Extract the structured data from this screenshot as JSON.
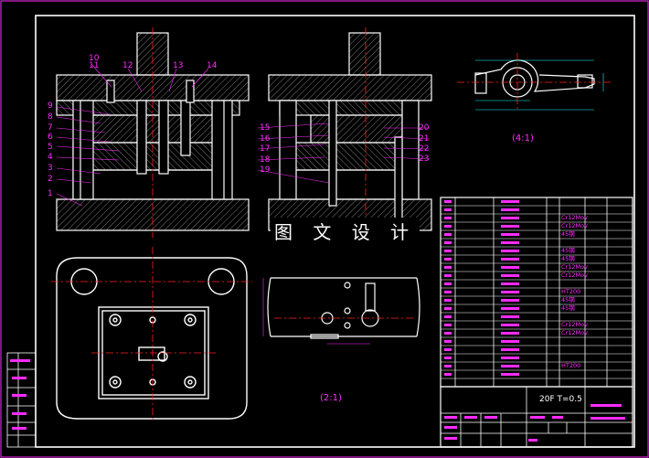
{
  "watermark": "图 文 设 计",
  "part_numbers_left": [
    "10",
    "11",
    "12",
    "13",
    "14",
    "9",
    "8",
    "7",
    "6",
    "5",
    "4",
    "3",
    "2",
    "1"
  ],
  "part_numbers_right": [
    "15",
    "16",
    "17",
    "18",
    "19",
    "20",
    "21",
    "22",
    "23"
  ],
  "part_caption": "(4:1)",
  "strip_caption": "(2:1)",
  "title_block": {
    "spec": "20F  T=0.5"
  },
  "bom_materials": [
    "Cr12Mov",
    "Cr12Mov",
    "45钢",
    "45钢",
    "45钢",
    "Cr12Mov",
    "Cr12Mov",
    "HT200",
    "45钢",
    "45钢",
    "Cr12Mov",
    "Cr12Mov",
    "HT200"
  ],
  "colors": {
    "line": "#ffffff",
    "dim": "#ff2bff",
    "center": "#ff2020",
    "hatch": "#bbbbbb",
    "outline_cyan": "#00ffff"
  }
}
